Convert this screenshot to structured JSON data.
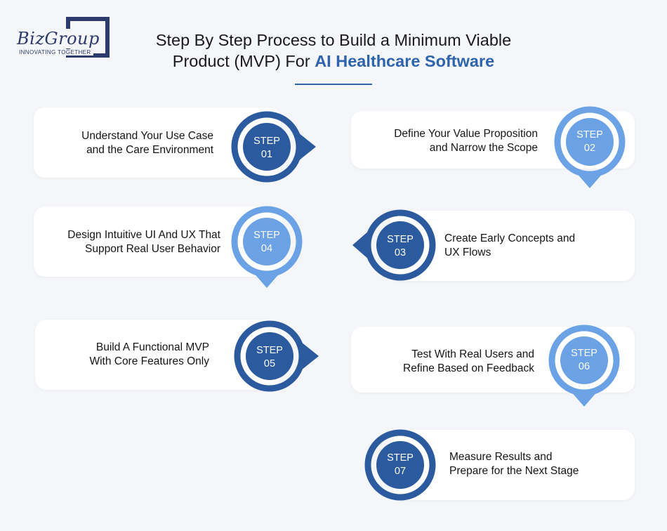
{
  "logo": {
    "wordmark": "BizGroup",
    "tagline": "INNOVATING TOGETHER"
  },
  "header": {
    "title_line1": "Step By Step Process to Build a Minimum Viable",
    "title_line2_prefix": "Product (MVP) For ",
    "title_line2_highlight": "AI Healthcare Software"
  },
  "colors": {
    "dark_blue": "#2b5a9e",
    "light_blue": "#6ba2e6",
    "highlight": "#2e63ad"
  },
  "steps": [
    {
      "step_word": "STEP",
      "number": "01",
      "line1": "Understand Your Use Case",
      "line2": "and the Care Environment",
      "arrow": "right",
      "color": "dark"
    },
    {
      "step_word": "STEP",
      "number": "02",
      "line1": "Define Your Value Proposition",
      "line2": "and Narrow the Scope",
      "arrow": "down",
      "color": "light"
    },
    {
      "step_word": "STEP",
      "number": "03",
      "line1": "Create Early Concepts and",
      "line2": "UX Flows",
      "arrow": "left",
      "color": "dark"
    },
    {
      "step_word": "STEP",
      "number": "04",
      "line1": "Design Intuitive UI And UX That",
      "line2": "Support Real User Behavior",
      "arrow": "down",
      "color": "light"
    },
    {
      "step_word": "STEP",
      "number": "05",
      "line1": "Build A Functional MVP",
      "line2": "With Core Features Only",
      "arrow": "right",
      "color": "dark"
    },
    {
      "step_word": "STEP",
      "number": "06",
      "line1": "Test With Real Users and",
      "line2": "Refine Based on Feedback",
      "arrow": "down",
      "color": "light"
    },
    {
      "step_word": "STEP",
      "number": "07",
      "line1": "Measure Results and",
      "line2": "Prepare for the Next Stage",
      "arrow": "none",
      "color": "dark"
    }
  ]
}
